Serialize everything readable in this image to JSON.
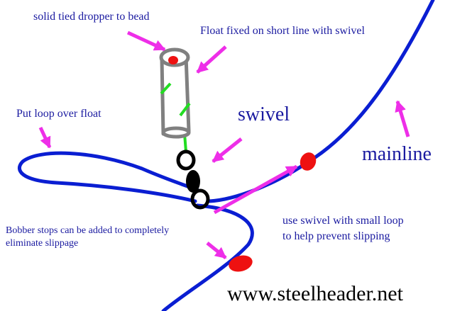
{
  "labels": {
    "dropper": "solid tied dropper to bead",
    "float_fixed": "Float fixed on short line with swivel",
    "loop_over": "Put loop over float",
    "swivel": "swivel",
    "mainline": "mainline",
    "bobber_line1": "Bobber stops can be added to completely",
    "bobber_line2": "eliminate slippage",
    "use_line1": "use  swivel with small loop",
    "use_line2": "to help prevent slipping",
    "website": "www.steelheader.net"
  },
  "colors": {
    "line": "#0a1ed2",
    "arrow": "#ee2ee8",
    "bead": "#ee1111",
    "float_outline": "#808080",
    "float_marks": "#22dd22",
    "swivel": "#000000",
    "text": "#1a1aa0"
  }
}
